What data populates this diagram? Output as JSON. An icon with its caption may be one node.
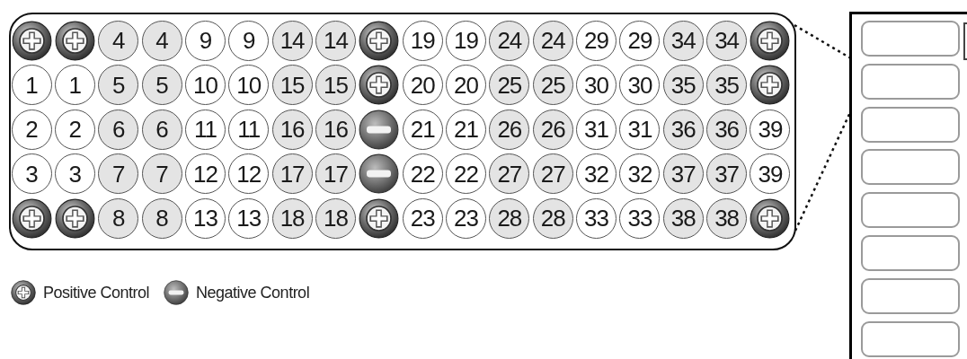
{
  "diagram": {
    "nodes": [
      {
        "text": [],
        "shape": "box"
      },
      {
        "text": [],
        "shape": "plus",
        "in": 0
      },
      {
        "text": [],
        "shape": "plus",
        "in": 0
      },
      {
        "text": [
          "4"
        ],
        "in": 0
      },
      {
        "text": [
          "4"
        ],
        "in": 0
      },
      {
        "text": [
          "9"
        ],
        "in": 0
      },
      {
        "text": [
          "9"
        ],
        "in": 0
      },
      {
        "text": [
          "14"
        ],
        "in": 0
      },
      {
        "text": [
          "14"
        ],
        "in": 0
      },
      {
        "text": [],
        "shape": "plus",
        "in": 0
      },
      {
        "text": [
          "19"
        ],
        "in": 0
      },
      {
        "text": [
          "19"
        ],
        "in": 0
      },
      {
        "text": [
          "24"
        ],
        "in": 0
      },
      {
        "text": [
          "24"
        ],
        "in": 0
      },
      {
        "text": [
          "29"
        ],
        "in": 0
      },
      {
        "text": [
          "29"
        ],
        "in": 0
      },
      {
        "text": [
          "34"
        ],
        "in": 0
      },
      {
        "text": [
          "34"
        ],
        "in": 0
      },
      {
        "text": [],
        "shape": "plus",
        "in": 0
      },
      {
        "text": [
          "1"
        ],
        "in": 0
      },
      {
        "text": [
          "1"
        ],
        "in": 0
      },
      {
        "text": [
          "5"
        ],
        "in": 0
      },
      {
        "text": [
          "5"
        ],
        "in": 0
      },
      {
        "text": [
          "10"
        ],
        "in": 0
      },
      {
        "text": [
          "10"
        ],
        "in": 0
      },
      {
        "text": [
          "15"
        ],
        "in": 0
      },
      {
        "text": [
          "15"
        ],
        "in": 0
      },
      {
        "text": [],
        "shape": "plus",
        "in": 0
      },
      {
        "text": [
          "20"
        ],
        "in": 0
      },
      {
        "text": [
          "20"
        ],
        "in": 0
      },
      {
        "text": [
          "25"
        ],
        "in": 0
      },
      {
        "text": [
          "25"
        ],
        "in": 0
      },
      {
        "text": [
          "30"
        ],
        "in": 0
      },
      {
        "text": [
          "30"
        ],
        "in": 0
      },
      {
        "text": [
          "35"
        ],
        "in": 0
      },
      {
        "text": [
          "35"
        ],
        "in": 0
      },
      {
        "text": [],
        "shape": "plus",
        "in": 0
      },
      {
        "text": [
          "2"
        ],
        "in": 0
      },
      {
        "text": [
          "2"
        ],
        "in": 0
      },
      {
        "text": [
          "6"
        ],
        "in": 0
      },
      {
        "text": [
          "6"
        ],
        "in": 0
      },
      {
        "text": [
          "11"
        ],
        "in": 0
      },
      {
        "text": [
          "11"
        ],
        "in": 0
      },
      {
        "text": [
          "16"
        ],
        "in": 0
      },
      {
        "text": [
          "16"
        ],
        "in": 0
      },
      {
        "text": [],
        "shape": "minus",
        "in": 0
      },
      {
        "text": [
          "21"
        ],
        "in": 0
      },
      {
        "text": [
          "21"
        ],
        "in": 0
      },
      {
        "text": [
          "26"
        ],
        "in": 0
      },
      {
        "text": [
          "26"
        ],
        "in": 0
      },
      {
        "text": [
          "31"
        ],
        "in": 0
      },
      {
        "text": [
          "31"
        ],
        "in": 0
      },
      {
        "text": [
          "36"
        ],
        "in": 0
      },
      {
        "text": [
          "36"
        ],
        "in": 0
      },
      {
        "text": [
          "39"
        ],
        "in": 0
      },
      {
        "text": [
          "3"
        ],
        "in": 0
      },
      {
        "text": [
          "3"
        ],
        "in": 0
      },
      {
        "text": [
          "7"
        ],
        "in": 0
      },
      {
        "text": [
          "7"
        ],
        "in": 0
      },
      {
        "text": [
          "12"
        ],
        "in": 0
      },
      {
        "text": [
          "12"
        ],
        "in": 0
      },
      {
        "text": [
          "17"
        ],
        "in": 0
      },
      {
        "text": [
          "17"
        ],
        "in": 0
      },
      {
        "text": [],
        "shape": "minus",
        "in": 0
      },
      {
        "text": [
          "22"
        ],
        "in": 0
      },
      {
        "text": [
          "22"
        ],
        "in": 0
      },
      {
        "text": [
          "27"
        ],
        "in": 0
      },
      {
        "text": [
          "27"
        ],
        "in": 0
      },
      {
        "text": [
          "32"
        ],
        "in": 0
      },
      {
        "text": [
          "32"
        ],
        "in": 0
      },
      {
        "text": [
          "37"
        ],
        "in": 0
      },
      {
        "text": [
          "37"
        ],
        "in": 0
      },
      {
        "text": [
          "39"
        ],
        "in": 0
      },
      {
        "text": [],
        "shape": "plus",
        "in": 0
      },
      {
        "text": [],
        "shape": "plus",
        "in": 0
      },
      {
        "text": [
          "8"
        ],
        "in": 0
      },
      {
        "text": [
          "8"
        ],
        "in": 0
      },
      {
        "text": [
          "13"
        ],
        "in": 0
      },
      {
        "text": [
          "13"
        ],
        "in": 0
      },
      {
        "text": [
          "18"
        ],
        "in": 0
      },
      {
        "text": [
          "18"
        ],
        "in": 0
      },
      {
        "text": [],
        "shape": "plus",
        "in": 0
      },
      {
        "text": [
          "23"
        ],
        "in": 0
      },
      {
        "text": [
          "23"
        ],
        "in": 0
      },
      {
        "text": [
          "28"
        ],
        "in": 0
      },
      {
        "text": [
          "28"
        ],
        "in": 0
      },
      {
        "text": [
          "33"
        ],
        "in": 0
      },
      {
        "text": [
          "33"
        ],
        "in": 0
      },
      {
        "text": [
          "38"
        ],
        "in": 0
      },
      {
        "text": [
          "38"
        ],
        "in": 0
      },
      {
        "text": [],
        "shape": "plus",
        "in": 0
      },
      {
        "text": [],
        "shape": "box"
      },
      {
        "text": [],
        "shape": "box",
        "in": 91
      },
      {
        "text": [],
        "shape": "box",
        "in": 91
      },
      {
        "text": [],
        "shape": "box",
        "in": 91
      },
      {
        "text": [],
        "shape": "box",
        "in": 91
      },
      {
        "text": [],
        "shape": "box",
        "in": 91
      },
      {
        "text": [],
        "shape": "box",
        "in": 91
      },
      {
        "text": [],
        "shape": "box",
        "in": 91
      },
      {
        "text": [],
        "shape": "box",
        "in": 91
      },
      {
        "text": [],
        "shape": "box",
        "in": 91
      }
    ],
    "edges": [
      {
        "from": 0,
        "to": 93,
        "arrow": "none",
        "style": "dashed"
      },
      {
        "from": 0,
        "to": 93,
        "arrow": "none",
        "style": "dashed"
      }
    ],
    "legend": [
      {
        "text": "Positive Control"
      },
      {
        "text": "Negative Control"
      }
    ]
  }
}
